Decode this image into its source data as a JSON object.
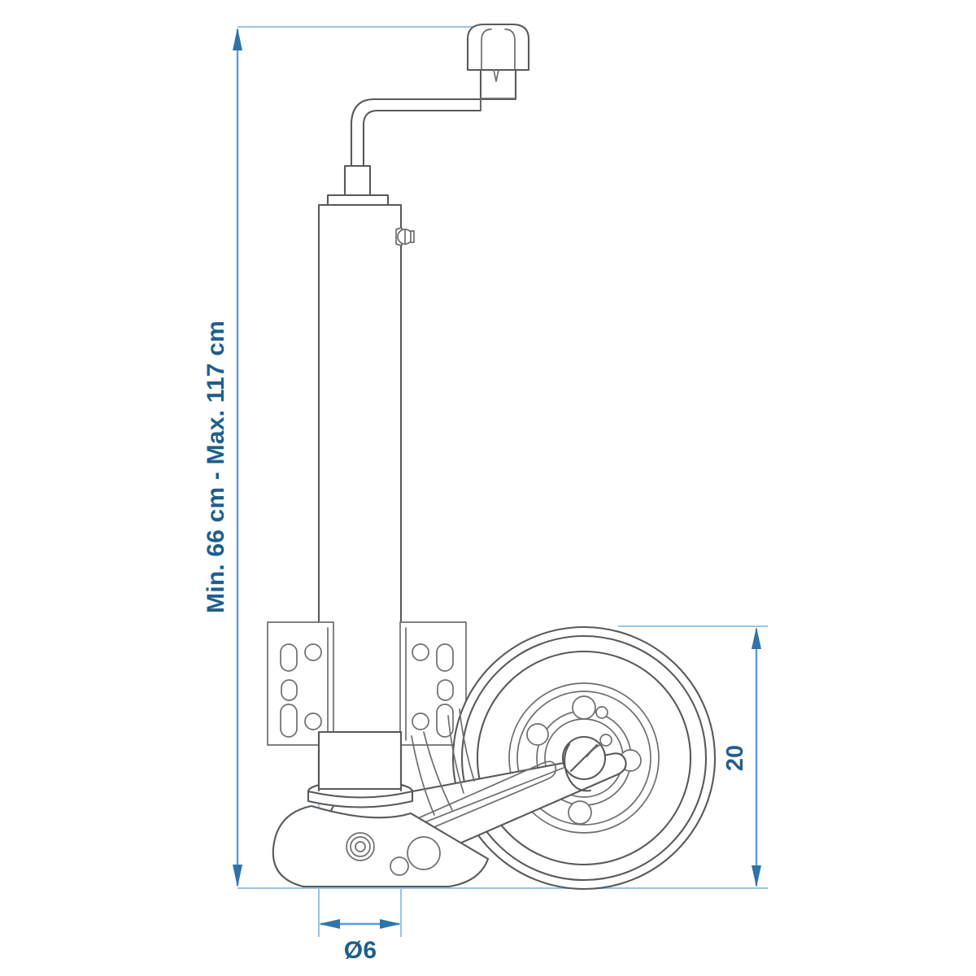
{
  "drawing": {
    "title": "Trailer jockey wheel technical dimension drawing",
    "background_color": "#ffffff",
    "line_color": "#58595b",
    "dimension_color": "#5b9bd5",
    "dimension_text_color": "#1f5f8b"
  },
  "dimensions": {
    "height": {
      "label": "Min. 66 cm - Max. 117 cm",
      "orientation": "vertical",
      "position": "left",
      "min_value": "66",
      "max_value": "117",
      "unit": "cm"
    },
    "tube_diameter": {
      "label": "Ø6",
      "orientation": "horizontal",
      "position": "bottom",
      "value": "6",
      "symbol": "Ø"
    },
    "wheel_diameter": {
      "label": "20",
      "orientation": "vertical",
      "position": "right",
      "value": "20"
    }
  },
  "components": {
    "handle_knob": "crank-handle-knob",
    "crank_arm": "crank-arm",
    "inner_tube": "inner-telescoping-tube",
    "outer_tube": "outer-support-tube",
    "locking_bolt": "locking-bolt",
    "mounting_bracket_left": "mounting-bracket-left",
    "mounting_bracket_right": "mounting-bracket-right",
    "bottom_housing": "bottom-housing",
    "wheel_fork_arm": "wheel-fork-arm",
    "wheel_tire": "wheel-tire",
    "wheel_rim": "wheel-rim",
    "wheel_hub": "wheel-hub",
    "axle_bolt": "axle-bolt-with-split-pin"
  }
}
